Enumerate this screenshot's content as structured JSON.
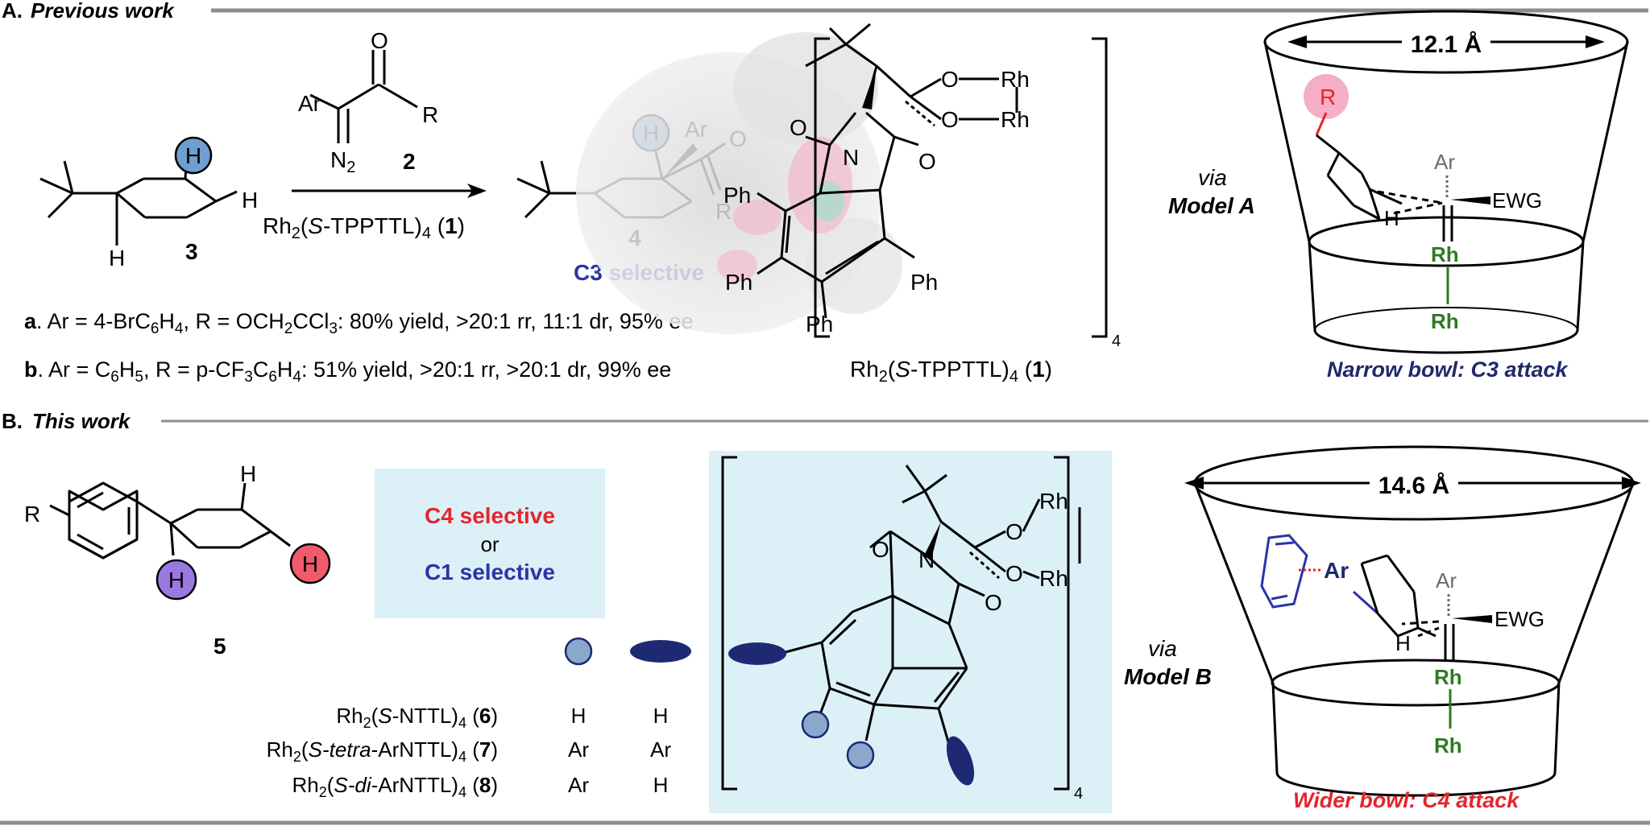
{
  "section_a": {
    "letter": "A.",
    "title": "Previous work"
  },
  "section_b": {
    "letter": "B.",
    "title": "This work"
  },
  "scheme_a": {
    "compound_3_label": "3",
    "compound_2_label": "2",
    "compound_4_label": "4",
    "catalyst_text": "Rh2(S-TPPTTL)4 (1)",
    "c3_selective": "C3 selective",
    "result_a": "a. Ar = 4-BrC6H4, R = OCH2CCl3: 80% yield, >20:1 rr, 11:1 dr, 95% ee",
    "result_b": "b. Ar = C6H5, R = p-CF3C6H4: 51% yield, >20:1 rr, >20:1 dr, 99% ee"
  },
  "catalyst_1": {
    "caption": "Rh2(S-TPPTTL)4 (1)",
    "subscript_4": "4",
    "ph_label": "Ph",
    "rh_label": "Rh"
  },
  "model_a": {
    "width": "12.1 Å",
    "via": "via",
    "model": "Model A",
    "r_label": "R",
    "ar_label": "Ar",
    "h_label": "H",
    "ewg_label": "EWG",
    "rh_label": "Rh",
    "caption": "Narrow bowl: C3 attack"
  },
  "scheme_b": {
    "compound_5_label": "5",
    "r_label": "R",
    "h_label": "H",
    "c4_selective": "C4 selective",
    "or": "or",
    "c1_selective": "C1 selective",
    "catalysts": [
      {
        "name": "Rh2(S-NTTL)4 (6)",
        "col1": "H",
        "col2": "H"
      },
      {
        "name": "Rh2(S-tetra-ArNTTL)4 (7)",
        "col1": "Ar",
        "col2": "Ar"
      },
      {
        "name": "Rh2(S-di-ArNTTL)4 (8)",
        "col1": "Ar",
        "col2": "H"
      }
    ],
    "subscript_4": "4"
  },
  "model_b": {
    "width": "14.6 Å",
    "via": "via",
    "model": "Model B",
    "ar_label": "Ar",
    "h_label": "H",
    "ewg_label": "EWG",
    "rh_label": "Rh",
    "caption": "Wider bowl: C4 attack"
  },
  "colors": {
    "rule_gray": "#8c8c8c",
    "navy": "#1f2a6b",
    "red": "#e3262d",
    "blue_text": "#2a34a8",
    "green": "#2d7a1f",
    "h_blue_fill": "#6f9fd0",
    "h_red_fill": "#f05a6a",
    "h_purple_fill": "#9a78e0",
    "pink": "#f3a0b8",
    "light_blue_bg": "#dcf0f8",
    "dot_fill": "#8aa8cc",
    "ellipse_fill": "#1d2a73"
  }
}
